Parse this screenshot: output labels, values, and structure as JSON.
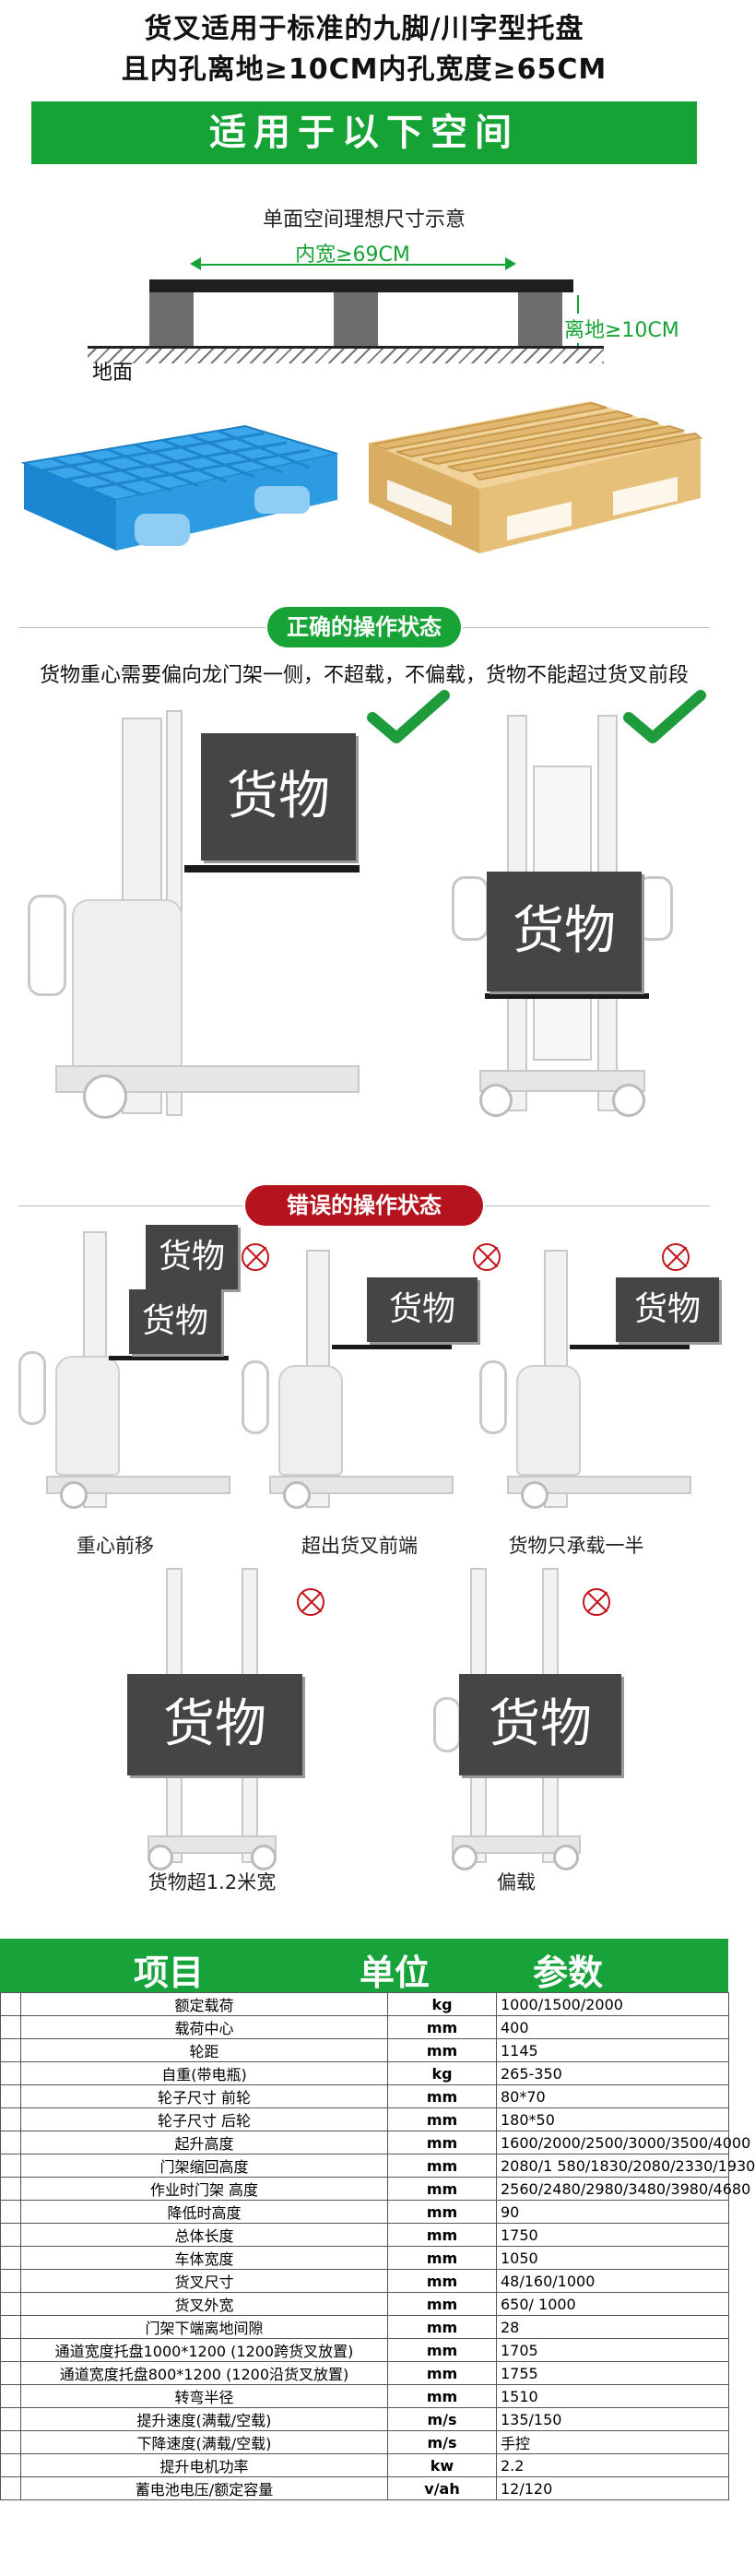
{
  "header": {
    "title_line1": "货叉适用于标准的九脚/川字型托盘",
    "title_line2": "且内孔离地≥10CM内孔宽度≥65CM",
    "banner": "适用于以下空间"
  },
  "space_diagram": {
    "caption": "单面空间理想尺寸示意",
    "inner_width": "内宽≥69CM",
    "ground_clearance": "离地≥10CM",
    "ground": "地面"
  },
  "correct": {
    "pill": "正确的操作状态",
    "note": "货物重心需要偏向龙门架一侧，不超载，不偏载，货物不能超过货叉前段",
    "cargo_label": "货物"
  },
  "wrong": {
    "pill": "错误的操作状态",
    "cargo_label": "货物",
    "cases": [
      "重心前移",
      "超出货叉前端",
      "货物只承载一半",
      "货物超1.2米宽",
      "偏载"
    ]
  },
  "spec": {
    "headers": [
      "项目",
      "单位",
      "参数"
    ],
    "rows": [
      {
        "item": "额定载荷",
        "unit": "kg",
        "value": "1000/1500/2000"
      },
      {
        "item": "载荷中心",
        "unit": "mm",
        "value": "400"
      },
      {
        "item": "轮距",
        "unit": "mm",
        "value": "1145"
      },
      {
        "item": "自重(带电瓶)",
        "unit": "kg",
        "value": "265-350"
      },
      {
        "item": "轮子尺寸 前轮",
        "unit": "mm",
        "value": "80*70"
      },
      {
        "item": "轮子尺寸 后轮",
        "unit": "mm",
        "value": "180*50"
      },
      {
        "item": "起升高度",
        "unit": "mm",
        "value": "1600/2000/2500/3000/3500/4000"
      },
      {
        "item": "门架缩回高度",
        "unit": "mm",
        "value": "2080/1 580/1830/2080/2330/1930"
      },
      {
        "item": "作业时门架 高度",
        "unit": "mm",
        "value": "2560/2480/2980/3480/3980/4680"
      },
      {
        "item": "降低时高度",
        "unit": "mm",
        "value": "90"
      },
      {
        "item": "总体长度",
        "unit": "mm",
        "value": "1750"
      },
      {
        "item": "车体宽度",
        "unit": "mm",
        "value": "1050"
      },
      {
        "item": "货叉尺寸",
        "unit": "mm",
        "value": "48/160/1000"
      },
      {
        "item": "货叉外宽",
        "unit": "mm",
        "value": "650/ 1000"
      },
      {
        "item": "门架下端离地间隙",
        "unit": "mm",
        "value": "28"
      },
      {
        "item": "通道宽度托盘1000*1200 (1200跨货叉放置)",
        "unit": "mm",
        "value": "1705"
      },
      {
        "item": "通道宽度托盘800*1200 (1200沿货叉放置)",
        "unit": "mm",
        "value": "1755"
      },
      {
        "item": "转弯半径",
        "unit": "mm",
        "value": "1510"
      },
      {
        "item": "提升速度(满载/空载)",
        "unit": "m/s",
        "value": "135/150"
      },
      {
        "item": "下降速度(满载/空载)",
        "unit": "m/s",
        "value": "手控"
      },
      {
        "item": "提升电机功率",
        "unit": "kw",
        "value": "2.2"
      },
      {
        "item": "蓄电池电压/额定容量",
        "unit": "v/ah",
        "value": "12/120"
      }
    ]
  },
  "colors": {
    "green": "#16a335",
    "red": "#b5141e",
    "cargo": "#454545"
  }
}
